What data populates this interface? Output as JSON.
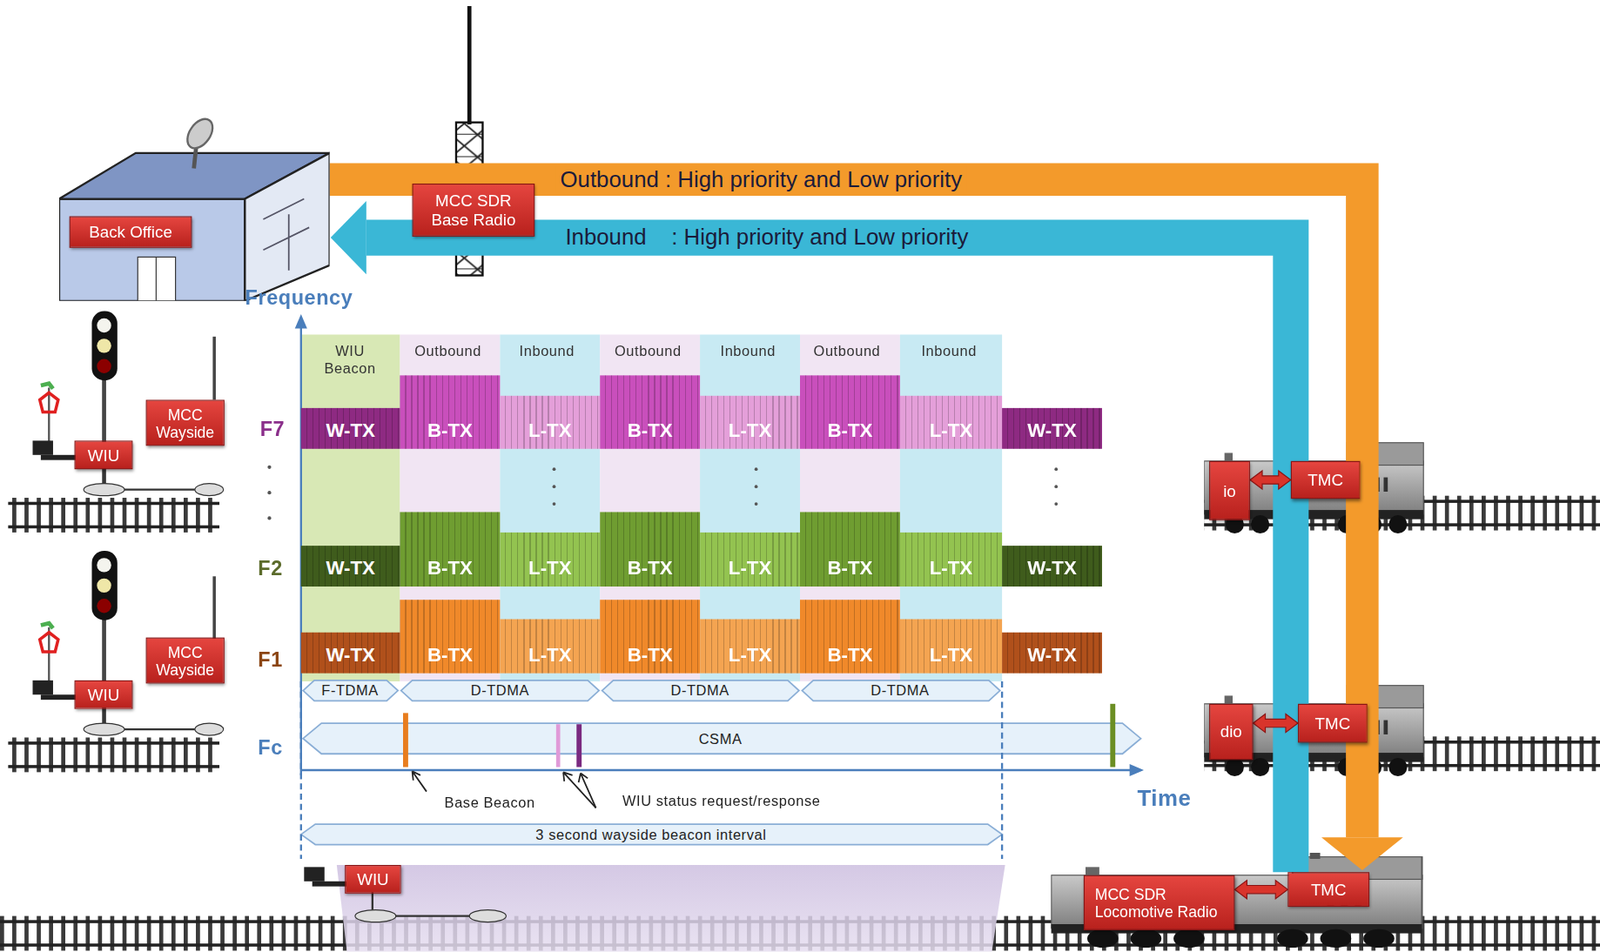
{
  "diagram": {
    "nodes": [
      {
        "text": [
          "Back Office"
        ]
      },
      {
        "text": [
          "MCC SDR Base Radio"
        ]
      },
      {
        "text": [
          "MCC Wayside"
        ]
      },
      {
        "text": [
          "WIU"
        ]
      },
      {
        "text": [
          "MCC Wayside"
        ]
      },
      {
        "text": [
          "WIU"
        ]
      },
      {
        "text": [
          "WIU"
        ]
      },
      {
        "text": [
          "TMC"
        ]
      },
      {
        "text": [
          "io"
        ]
      },
      {
        "text": [
          "TMC"
        ]
      },
      {
        "text": [
          "dio"
        ]
      },
      {
        "text": [
          "MCC SDR Locomotive Radio"
        ]
      },
      {
        "text": [
          "TMC"
        ]
      },
      {
        "text": [
          "W-TX"
        ]
      },
      {
        "text": [
          "B-TX"
        ]
      },
      {
        "text": [
          "L-TX"
        ]
      },
      {
        "text": [
          "B-TX"
        ]
      },
      {
        "text": [
          "L-TX"
        ]
      },
      {
        "text": [
          "B-TX"
        ]
      },
      {
        "text": [
          "L-TX"
        ]
      },
      {
        "text": [
          "W-TX"
        ]
      },
      {
        "text": [
          "W-TX"
        ]
      },
      {
        "text": [
          "B-TX"
        ]
      },
      {
        "text": [
          "L-TX"
        ]
      },
      {
        "text": [
          "B-TX"
        ]
      },
      {
        "text": [
          "L-TX"
        ]
      },
      {
        "text": [
          "B-TX"
        ]
      },
      {
        "text": [
          "L-TX"
        ]
      },
      {
        "text": [
          "W-TX"
        ]
      },
      {
        "text": [
          "W-TX"
        ]
      },
      {
        "text": [
          "B-TX"
        ]
      },
      {
        "text": [
          "L-TX"
        ]
      },
      {
        "text": [
          "B-TX"
        ]
      },
      {
        "text": [
          "L-TX"
        ]
      },
      {
        "text": [
          "B-TX"
        ]
      },
      {
        "text": [
          "L-TX"
        ]
      },
      {
        "text": [
          "W-TX"
        ]
      }
    ],
    "edges": [
      {
        "from": 0,
        "to": 12,
        "label": "Outbound : High priority and Low priority",
        "arrow": "to"
      },
      {
        "from": 12,
        "to": 0,
        "label": "Inbound    : High priority and Low priority",
        "arrow": "to"
      },
      {
        "from": 8,
        "to": 7,
        "arrow": "both"
      },
      {
        "from": 10,
        "to": 9,
        "arrow": "both"
      },
      {
        "from": 11,
        "to": 12,
        "arrow": "both"
      }
    ],
    "labels": [
      "Frequency",
      "WIU Beacon",
      "Outbound",
      "Inbound",
      "Outbound",
      "Inbound",
      "Outbound",
      "Inbound",
      "F7",
      "F2",
      "F1",
      "Fc",
      "F-TDMA",
      "D-TDMA",
      "D-TDMA",
      "D-TDMA",
      "CSMA",
      "Base Beacon",
      "WIU status request/response",
      "3 second wayside beacon interval",
      "Time"
    ]
  }
}
